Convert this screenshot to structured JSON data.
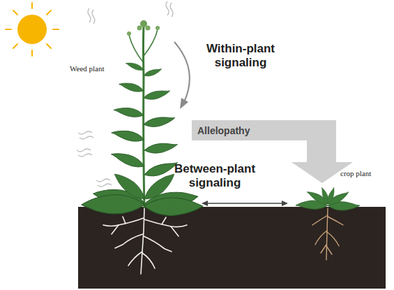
{
  "diagram": {
    "nodes": [
      {
        "text": [
          "Allelopathy"
        ]
      }
    ],
    "labels": [
      "Weed plant",
      "Within-plant signaling",
      "Between-plant signaling",
      "crop plant"
    ]
  }
}
